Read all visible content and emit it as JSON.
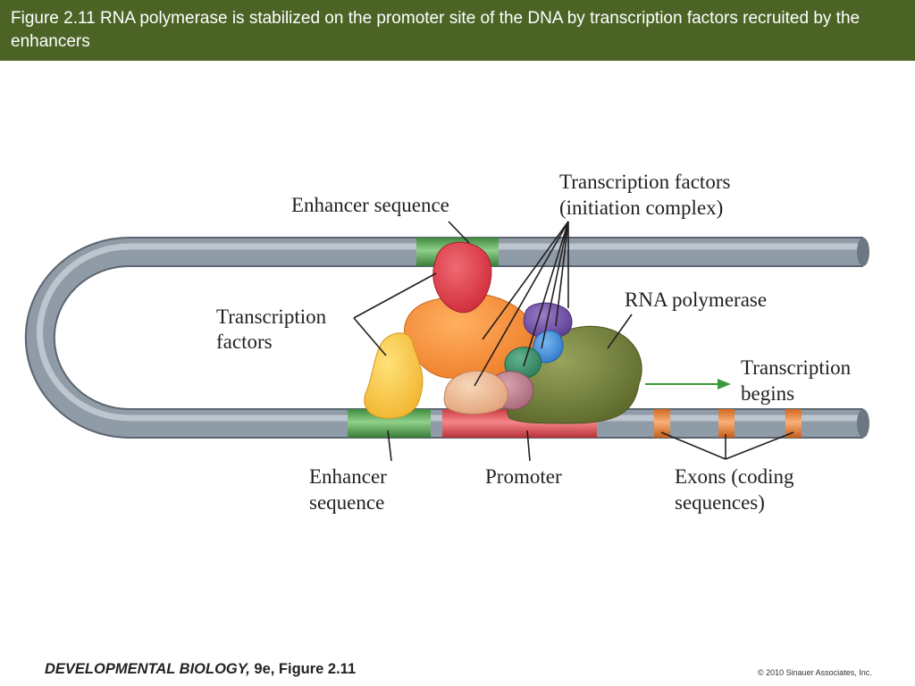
{
  "header": {
    "title": "Figure 2.11  RNA polymerase is stabilized on the promoter site of the DNA by transcription factors recruited by the enhancers"
  },
  "colors": {
    "header_bg": "#4b6426",
    "dna": "#8f9ba6",
    "enhancer": "#5fad5b",
    "promoter": "#e8545a",
    "exon": "#f08a3a",
    "rna_polymerase": "#7a8540",
    "arrow": "#3a9a3a"
  },
  "labels": {
    "enhancer_top": "Enhancer sequence",
    "tf_initiation_line1": "Transcription factors",
    "tf_initiation_line2": "(initiation complex)",
    "tf_left_line1": "Transcription",
    "tf_left_line2": "factors",
    "rna_polymerase": "RNA polymerase",
    "transcription_begins_line1": "Transcription",
    "transcription_begins_line2": "begins",
    "enhancer_bottom_line1": "Enhancer",
    "enhancer_bottom_line2": "sequence",
    "promoter": "Promoter",
    "exons_line1": "Exons (coding",
    "exons_line2": "sequences)"
  },
  "footer": {
    "book_title": "DEVELOPMENTAL BIOLOGY,",
    "book_edition": " 9e, Figure 2.11",
    "copyright": "© 2010 Sinauer Associates, Inc."
  }
}
